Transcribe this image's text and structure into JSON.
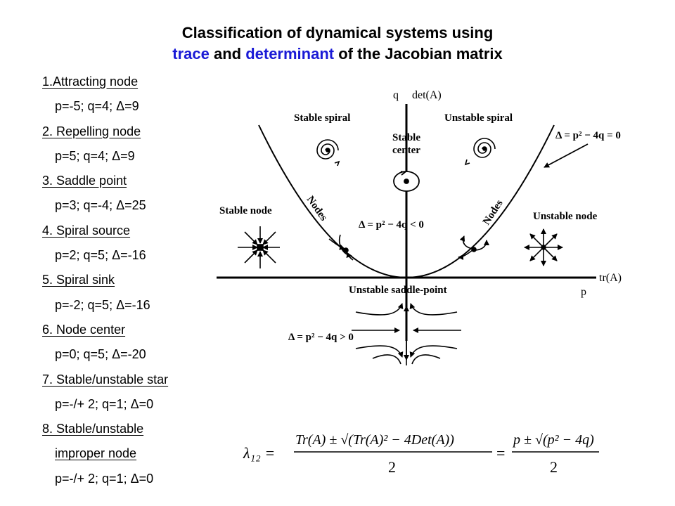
{
  "title": {
    "line1": "Classification of dynamical systems using",
    "line2_part1": "trace",
    "line2_part2": " and ",
    "line2_part3": "determinant",
    "line2_part4": " of the Jacobian matrix"
  },
  "list": [
    {
      "text": "1.Attracting node",
      "u": true
    },
    {
      "text": "p=-5;  q=4;  Δ=9",
      "u": false
    },
    {
      "text": "2. Repelling node",
      "u": true
    },
    {
      "text": "p=5;  q=4;  Δ=9",
      "u": false
    },
    {
      "text": "3. Saddle point",
      "u": true
    },
    {
      "text": "p=3;  q=-4; Δ=25",
      "u": false
    },
    {
      "text": "4. Spiral source",
      "u": true
    },
    {
      "text": "p=2;  q=5; Δ=-16",
      "u": false
    },
    {
      "text": "5. Spiral sink",
      "u": true
    },
    {
      "text": "p=-2;  q=5; Δ=-16",
      "u": false
    },
    {
      "text": "6. Node center",
      "u": true
    },
    {
      "text": "p=0;  q=5; Δ=-20",
      "u": false
    },
    {
      "text": "7. Stable/unstable star",
      "u": true
    },
    {
      "text": "p=-/+ 2;  q=1; Δ=0",
      "u": false
    },
    {
      "text": "8. Stable/unstable",
      "u": true
    },
    {
      "text": "improper node",
      "u": true
    },
    {
      "text": "p=-/+ 2;  q=1; Δ=0",
      "u": false
    }
  ],
  "diagram": {
    "y_axis_q": "q",
    "y_axis_det": "det(A)",
    "x_axis_tr": "tr(A)",
    "x_axis_p": "p",
    "stable_spiral": "Stable spiral",
    "unstable_spiral": "Unstable spiral",
    "stable_center_1": "Stable",
    "stable_center_2": "center",
    "parabola_eq": "Δ = p² − 4q = 0",
    "nodes_left": "Nodes",
    "nodes_right": "Nodes",
    "inside_eq": "Δ = p² − 4q < 0",
    "stable_node": "Stable node",
    "unstable_node": "Unstable node",
    "saddle": "Unstable saddle-point",
    "below_eq": "Δ = p² − 4q > 0"
  },
  "formula": {
    "lhs": "λ₁₂ =",
    "num1": "Tr(A) ± √(Tr(A)² − 4Det(A))",
    "den1": "2",
    "eq2": "=",
    "num2": "p ± √(p² − 4q)",
    "den2": "2"
  }
}
